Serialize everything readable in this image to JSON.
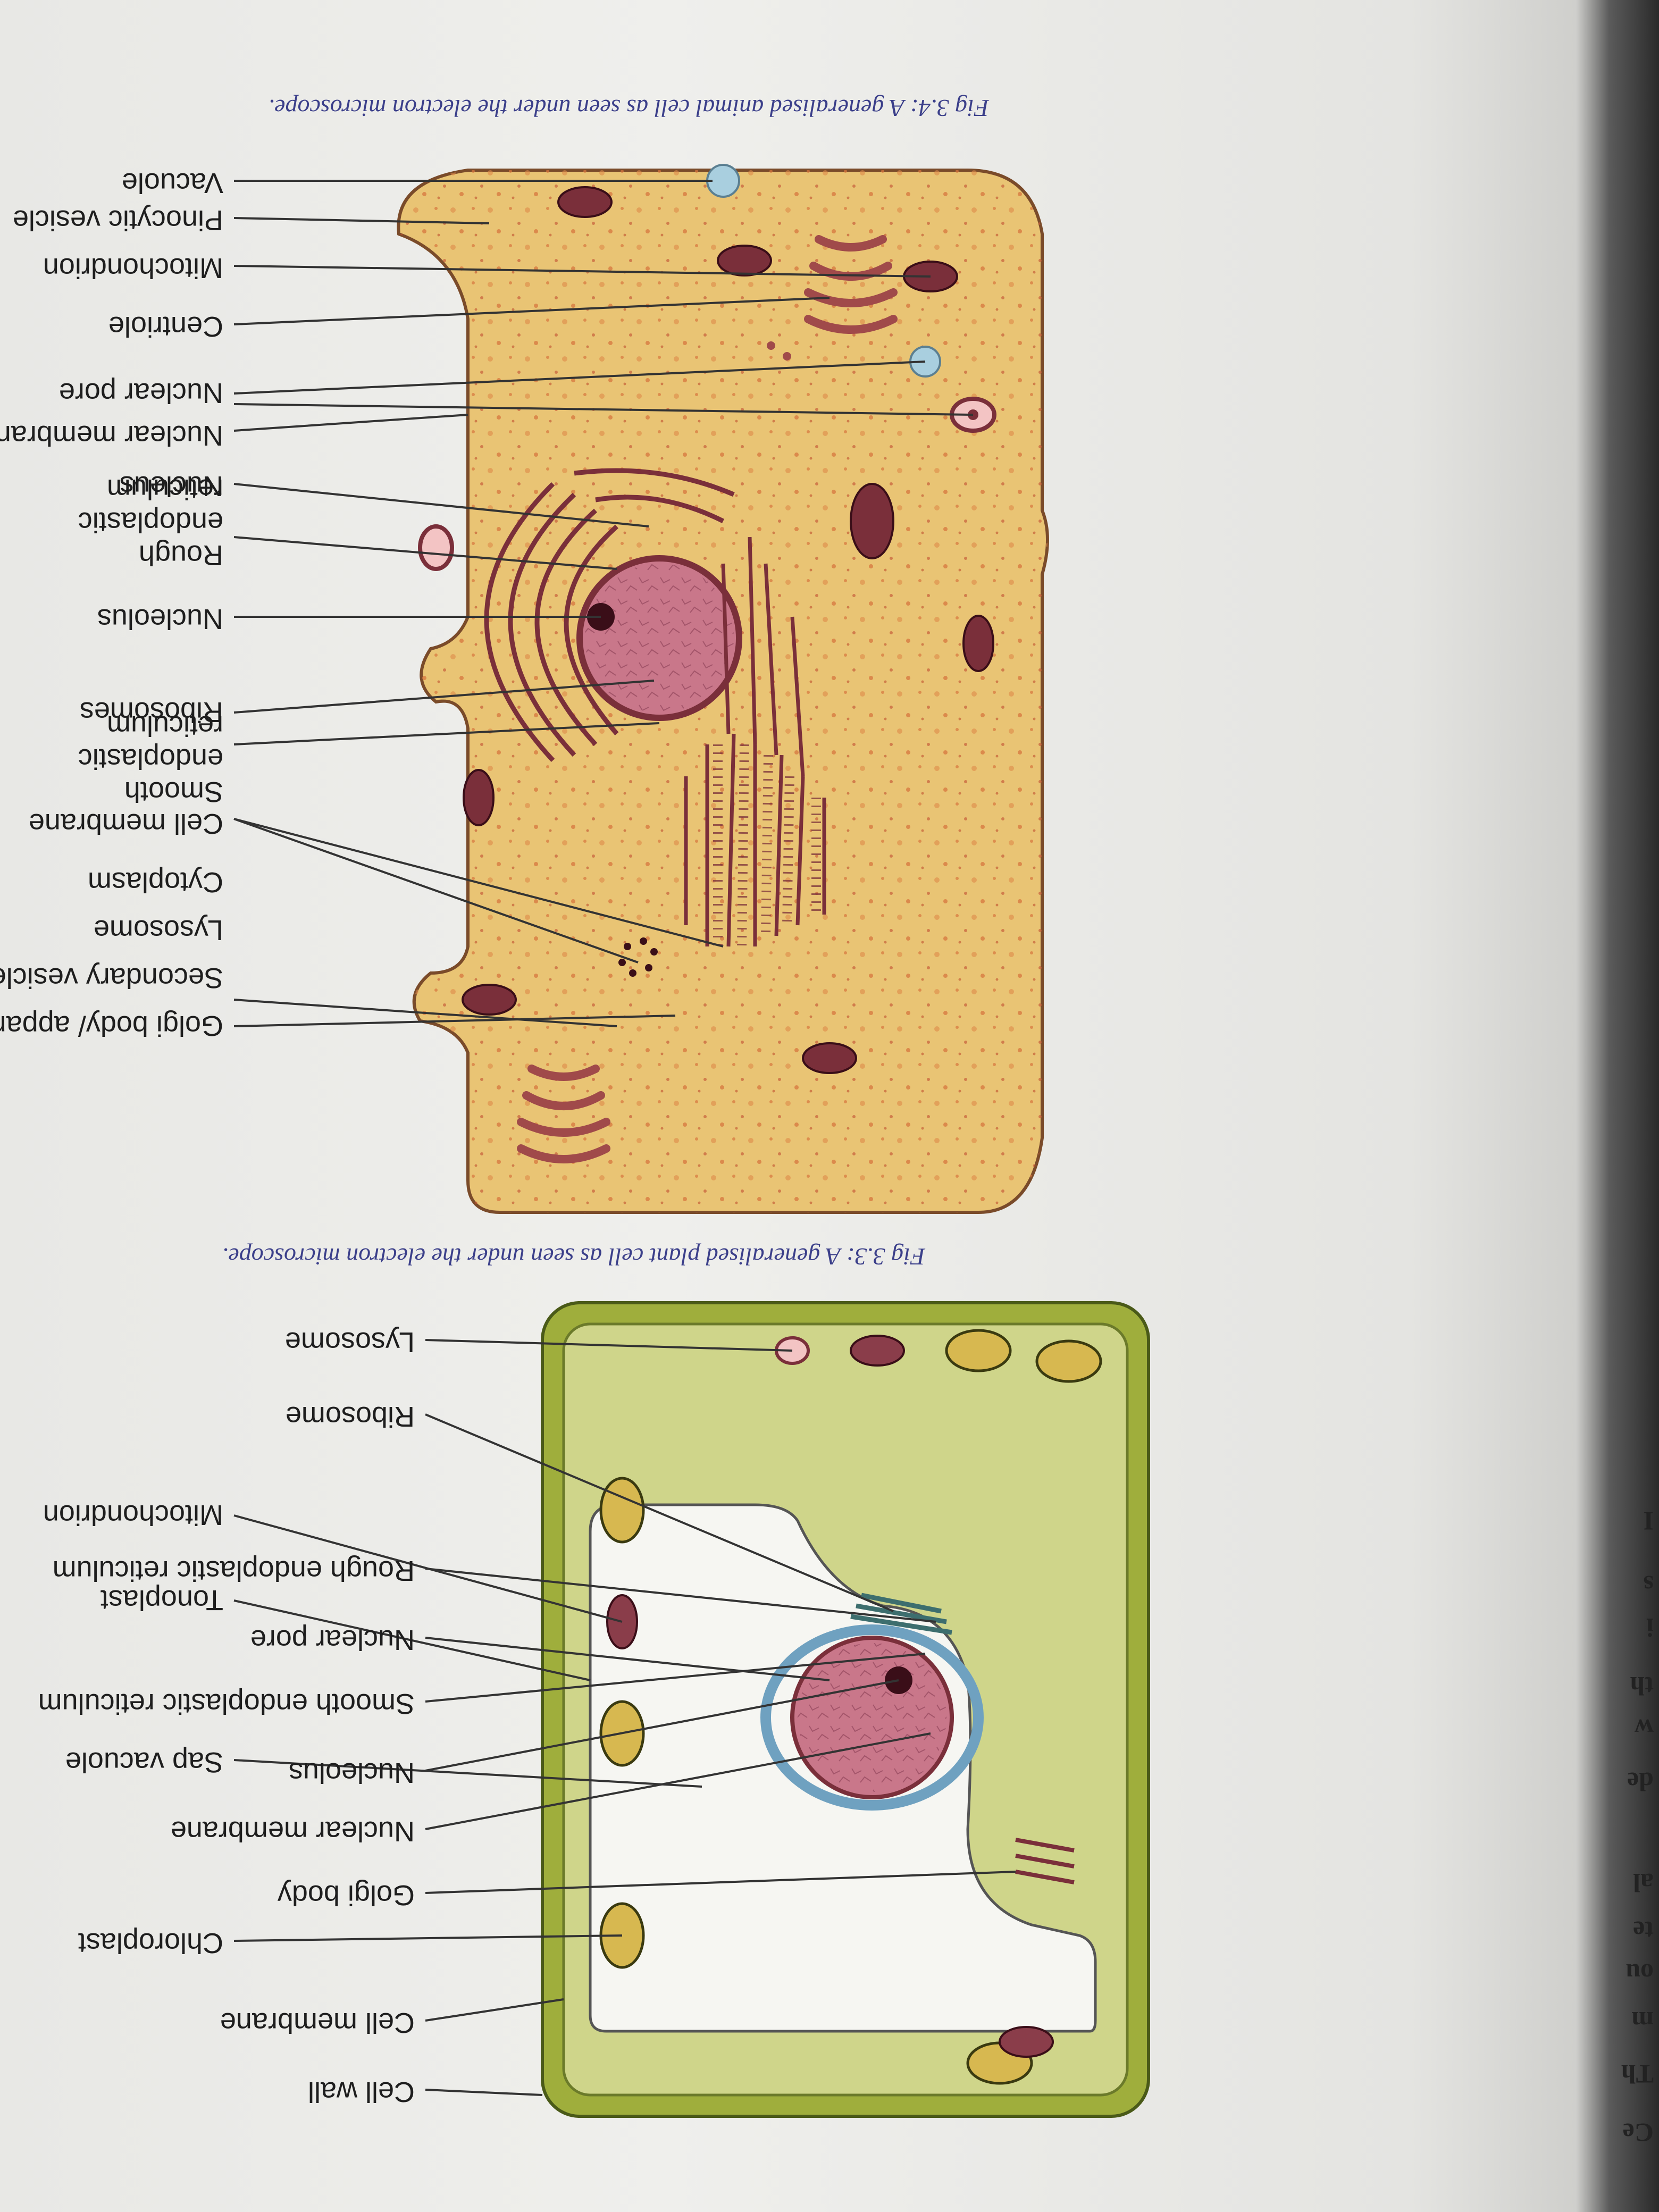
{
  "animal_cell": {
    "caption": "Fig 3.4: A generalised animal cell as seen under the electron microscope.",
    "labels": {
      "vacuole": "Vacuole",
      "pinocytic_vesicle": "Pinocytic vesicle",
      "centriole": "Centriole",
      "nuclear_pore": "Nuclear pore",
      "nuclear_membrane": "Nuclear membrane",
      "nucleus": "Nucleus",
      "rough_er": "Rough endoplastic reticulum",
      "nucleolus": "Nucleolus",
      "ribosomes": "Ribosomes",
      "smooth_er": "Smooth endoplastic reticulum",
      "cell_membrane": "Cell membrane",
      "cytoplasm": "Cytoplasm",
      "lysosome": "Lysosome",
      "secondary_vesicle": "Secondary vesicle",
      "golgi": "Golgi body/ apparatus",
      "mitochondrion": "Mitochondrion"
    }
  },
  "plant_cell": {
    "caption": "Fig 3.3: A generalised plant cell as seen under the electron microscope.",
    "labels": {
      "lysosome": "Lysosome",
      "ribosome": "Ribosome",
      "mitochondrion": "Mitochondrion",
      "rough_er": "Rough endoplastic reticulum",
      "tonoplast": "Tonoplast",
      "nuclear_pore": "Nuclear pore",
      "smooth_er": "Smooth endoplastic reticulum",
      "sap_vacuole": "Sap vacuole",
      "nucleolus": "Nucleolus",
      "nuclear_membrane": "Nuclear membrane",
      "golgi_body": "Golgi body",
      "chloroplast": "Chloroplast",
      "cell_membrane": "Cell membrane",
      "cell_wall": "Cell wall"
    }
  },
  "page_edge_text": [
    "Ce",
    "Th",
    "m",
    "ou",
    "te",
    "al",
    "de",
    "w",
    "th",
    "i",
    "s",
    "I"
  ],
  "colors": {
    "animal_cytoplasm": "#e9c474",
    "animal_speckle": "#d7773e",
    "nucleus": "#c9778a",
    "organelle": "#7a2f3a",
    "plant_wall": "#9fae3c",
    "plant_cytoplasm": "#cfd58a",
    "plant_vacuole": "#f6f6f2",
    "er_blue": "#6fa1c0",
    "caption": "#3b3f8a"
  }
}
